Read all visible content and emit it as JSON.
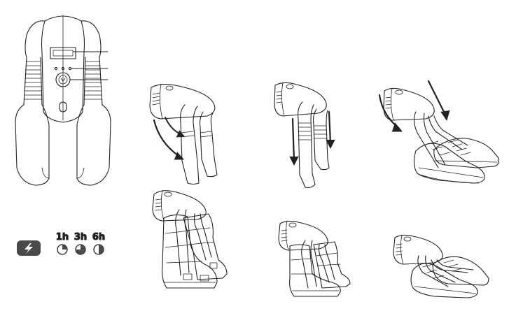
{
  "timers": [
    {
      "label": "1h",
      "fill": 0.25
    },
    {
      "label": "3h",
      "fill": 0.75
    },
    {
      "label": "6h",
      "fill": 0.5
    }
  ],
  "icons": {
    "power": "lightning-bolt-icon",
    "timer": "clock-icon"
  },
  "colors": {
    "line": "#222222",
    "badge": "#4a4a4a",
    "fill": "#ffffff"
  }
}
